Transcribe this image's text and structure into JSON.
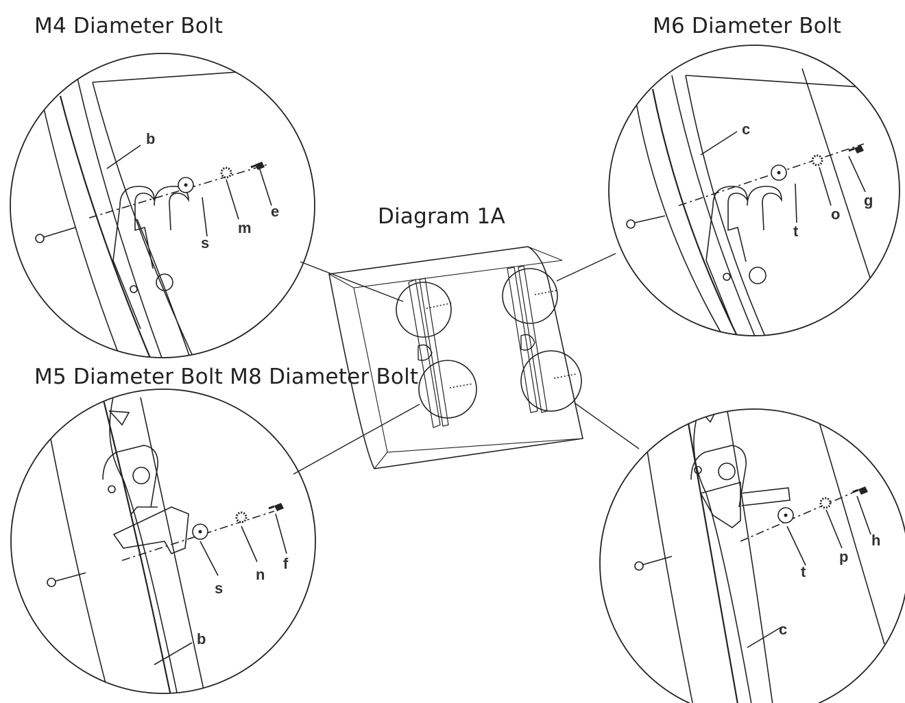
{
  "captions": {
    "m4": "M4 Diameter Bolt",
    "m6": "M6 Diameter Bolt",
    "m5_m8": "M5 Diameter Bolt M8 Diameter Bolt",
    "diagram": "Diagram 1A"
  },
  "detail_top_left": {
    "labels": {
      "bracket": "b",
      "washer": "s",
      "lock_washer": "m",
      "bolt": "e"
    }
  },
  "detail_top_right": {
    "labels": {
      "bracket": "c",
      "washer": "t",
      "lock_washer": "o",
      "bolt": "g"
    }
  },
  "detail_bottom_left": {
    "labels": {
      "bracket": "b",
      "washer": "s",
      "lock_washer": "n",
      "bolt": "f"
    }
  },
  "detail_bottom_right": {
    "labels": {
      "bracket": "c",
      "washer": "t",
      "lock_washer": "p",
      "bolt": "h"
    }
  }
}
